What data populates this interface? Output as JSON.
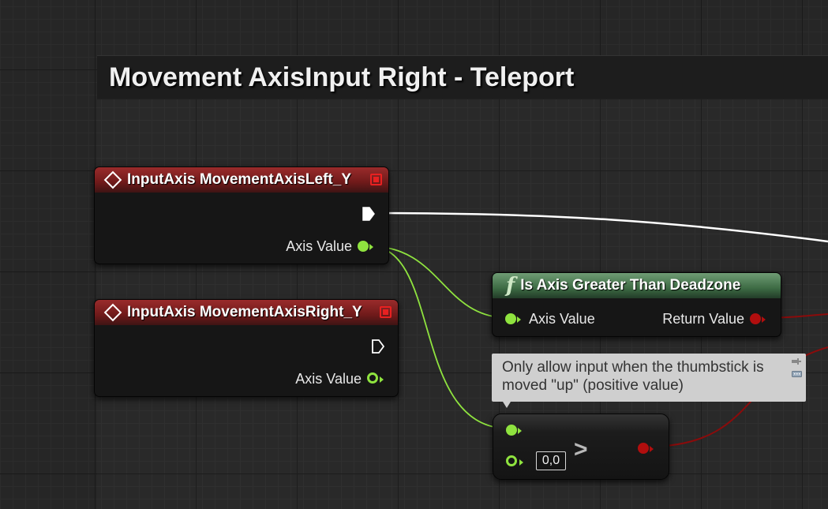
{
  "comment_box": {
    "title": "Movement AxisInput Right - Teleport"
  },
  "nodes": {
    "input_axis_left": {
      "title": "InputAxis MovementAxisLeft_Y",
      "output_label": "Axis Value"
    },
    "input_axis_right": {
      "title": "InputAxis MovementAxisRight_Y",
      "output_label": "Axis Value"
    },
    "is_axis_greater": {
      "title": "Is Axis Greater Than Deadzone",
      "input_label": "Axis Value",
      "output_label": "Return Value"
    },
    "compare": {
      "operator": ">",
      "default_value": "0,0"
    }
  },
  "node_comment": {
    "text": "Only allow input when the thumbstick is moved \"up\" (positive value)"
  },
  "colors": {
    "event_header": "#8b2323",
    "function_header": "#4f7d55",
    "float_pin": "#8fe33f",
    "bool_pin": "#b10e0e",
    "exec_wire": "#ffffff",
    "bool_wire": "#8b0b0b"
  },
  "icons": {
    "event": "event-diamond-icon",
    "function": "function-f-icon",
    "delegate": "delegate-pin-icon",
    "exec": "exec-pin-icon"
  }
}
